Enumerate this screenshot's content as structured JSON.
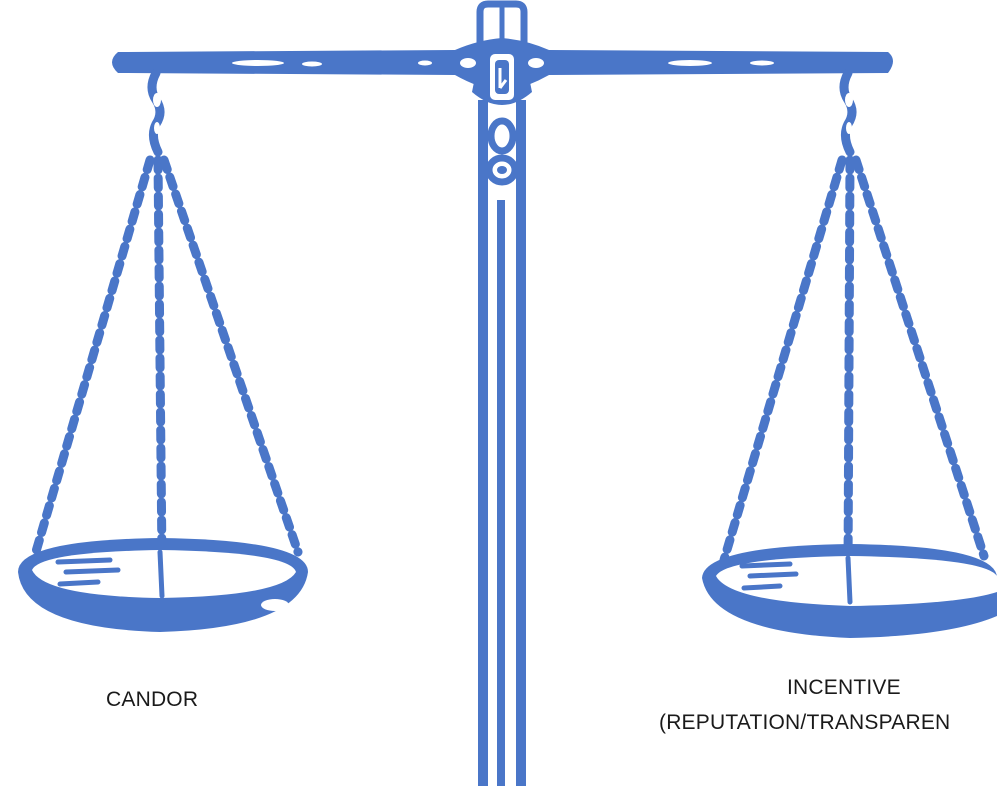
{
  "scale": {
    "color": "#4a76c8",
    "icon": "balance-scale-icon"
  },
  "labels": {
    "left": "CANDOR",
    "right_line1": "INCENTIVE",
    "right_line2": "(REPUTATION/TRANSPAREN"
  }
}
